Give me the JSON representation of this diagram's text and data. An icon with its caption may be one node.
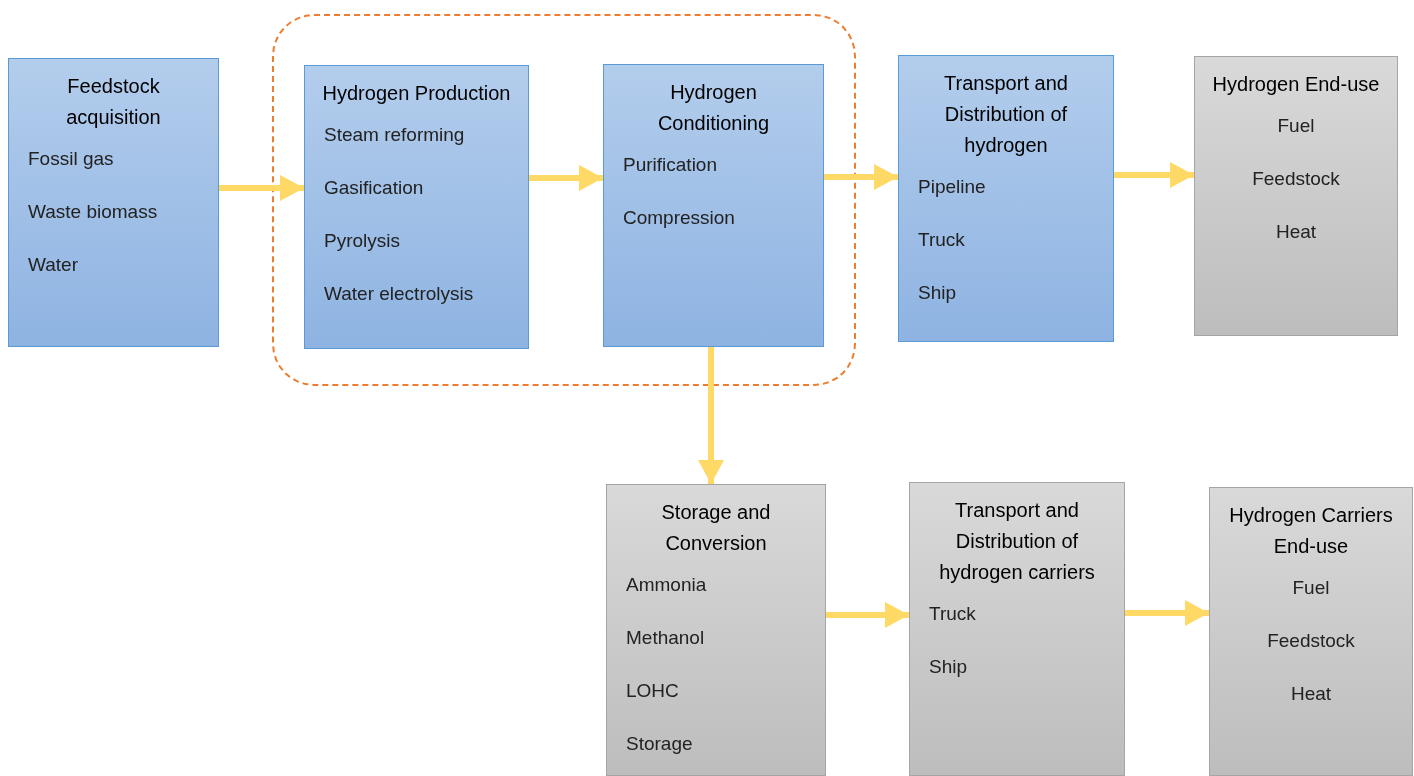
{
  "diagram": {
    "nodes": [
      {
        "text": [
          "Feedstock acquisition",
          "Fossil gas",
          "Waste biomass",
          "Water"
        ]
      },
      {
        "text": [],
        "shape": "box"
      },
      {
        "text": [
          "Hydrogen Production",
          "Steam reforming",
          "Gasification",
          "Pyrolysis",
          "Water electrolysis"
        ],
        "in": 1
      },
      {
        "text": [
          "Hydrogen Conditioning",
          "Purification",
          "Compression"
        ],
        "in": 1
      },
      {
        "text": [
          "Transport and Distribution of hydrogen",
          "Pipeline",
          "Truck",
          "Ship"
        ]
      },
      {
        "text": [
          "Hydrogen End-use",
          "Fuel",
          "Feedstock",
          "Heat"
        ]
      },
      {
        "text": [
          "Storage and Conversion",
          "Ammonia",
          "Methanol",
          "LOHC",
          "Storage"
        ]
      },
      {
        "text": [
          "Transport and Distribution of hydrogen carriers",
          "Truck",
          "Ship"
        ]
      },
      {
        "text": [
          "Hydrogen Carriers End-use",
          "Fuel",
          "Feedstock",
          "Heat"
        ]
      }
    ],
    "edges": [
      {
        "from": 0,
        "to": 2,
        "arrow": "to"
      },
      {
        "from": 2,
        "to": 3,
        "arrow": "to"
      },
      {
        "from": 3,
        "to": 4,
        "arrow": "to"
      },
      {
        "from": 4,
        "to": 5,
        "arrow": "to"
      },
      {
        "from": 3,
        "to": 6,
        "arrow": "to"
      },
      {
        "from": 6,
        "to": 7,
        "arrow": "to"
      },
      {
        "from": 7,
        "to": 8,
        "arrow": "to"
      }
    ]
  }
}
